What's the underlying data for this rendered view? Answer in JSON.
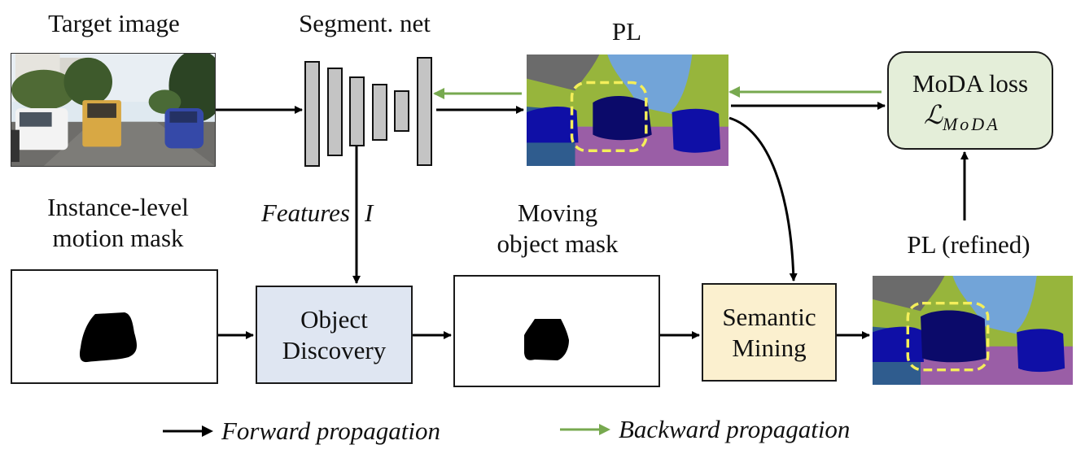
{
  "title": "MoDA pipeline overview",
  "labels": {
    "target_image": "Target image",
    "segment_net": "Segment. net",
    "pl": "PL",
    "instance_mask_line1": "Instance-level",
    "instance_mask_line2": "motion mask",
    "features": "Features",
    "features_symbol": "I",
    "moving_mask_line1": "Moving",
    "moving_mask_line2": "object mask",
    "pl_refined": "PL (refined)"
  },
  "boxes": {
    "object_discovery": {
      "line1": "Object",
      "line2": "Discovery",
      "fill": "#dfe6f2"
    },
    "semantic_mining": {
      "line1": "Semantic",
      "line2": "Mining",
      "fill": "#fbf0cf"
    },
    "moda_loss": {
      "line1": "MoDA loss",
      "symbol": "ℒ",
      "subscript": "MoDA",
      "fill": "#e4eed9"
    }
  },
  "segment_net_layers": 6,
  "legend": [
    {
      "label": "Forward propagation",
      "color": "#000000"
    },
    {
      "label": "Backward propagation",
      "color": "#77a94f"
    }
  ],
  "colors": {
    "forward": "#000000",
    "backward": "#77a94f",
    "highlight": "#f4ee5a",
    "seg_sky": "#72a4d8",
    "seg_vegetation": "#97b53c",
    "seg_building": "#6b6b6b",
    "seg_road": "#9a5ea6",
    "seg_sidewalk": "#2f5c8e",
    "seg_car": "#0f0fa6",
    "seg_car_dark": "#0b0a6a",
    "layer_fill": "#c4c4c4"
  }
}
